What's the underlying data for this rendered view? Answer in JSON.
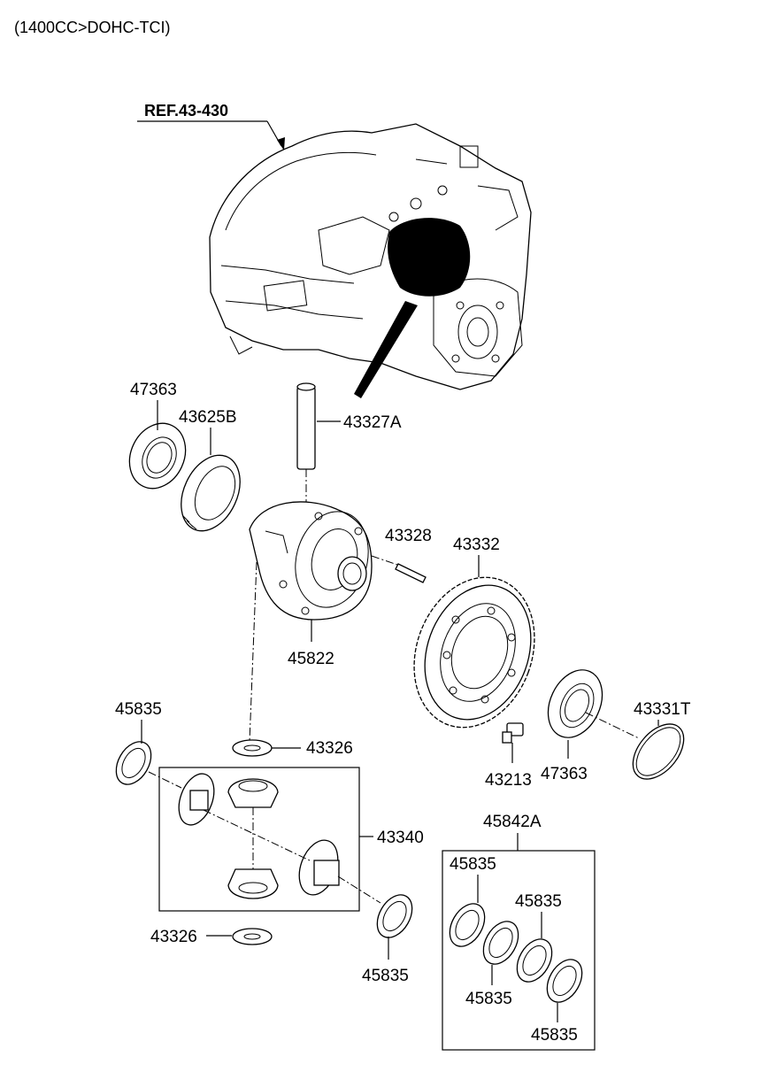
{
  "header": {
    "model_spec": "(1400CC>DOHC-TCI)"
  },
  "reference": {
    "label": "REF.43-430"
  },
  "callouts": {
    "p47363_top": "47363",
    "p43625B": "43625B",
    "p43327A": "43327A",
    "p43328": "43328",
    "p43332": "43332",
    "p45822": "45822",
    "p45835_left": "45835",
    "p43326_upper": "43326",
    "p43340": "43340",
    "p43213": "43213",
    "p47363_right": "47363",
    "p43331T": "43331T",
    "p45842A": "45842A",
    "p45835_kit1": "45835",
    "p45835_kit2": "45835",
    "p45835_kit3": "45835",
    "p45835_kit4": "45835",
    "p43326_lower": "43326",
    "p45835_lower": "45835"
  },
  "colors": {
    "line": "#000000",
    "background": "#ffffff"
  }
}
